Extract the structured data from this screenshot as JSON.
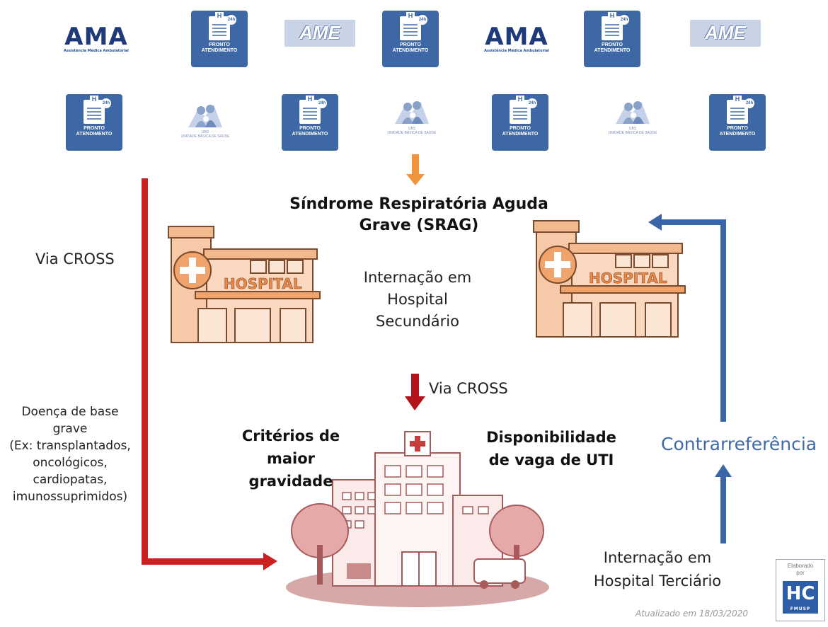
{
  "logos": {
    "ama_text": "AMA",
    "ama_sub": "Assistência Médica Ambulatorial",
    "ame_text": "AME",
    "pa_line1": "PRONTO",
    "pa_line2": "ATENDIMENTO",
    "pa_badge": "24h",
    "pa_h": "H",
    "ubs_line1": "UBS",
    "ubs_line2": "UNIDADE BÁSICA DE SAÚDE"
  },
  "hospital_sign": "HOSPITAL",
  "srag_title_line1": "Síndrome Respiratória Aguda",
  "srag_title_line2": "Grave (SRAG)",
  "secondary_line1": "Internação em",
  "secondary_line2": "Hospital",
  "secondary_line3": "Secundário",
  "via_cross_left": "Via CROSS",
  "via_cross_center": "Via CROSS",
  "doenca": [
    "Doença de base",
    "grave",
    "(Ex: transplantados,",
    "oncológicos,",
    "cardiopatas,",
    "imunossuprimidos)"
  ],
  "criterios": [
    "Critérios de",
    "maior gravidade"
  ],
  "disponibilidade": [
    "Disponibilidade",
    "de vaga de UTI"
  ],
  "contrarreferencia": "Contrarreferência",
  "terciario": [
    "Internação em",
    "Hospital Terciário"
  ],
  "atualizado": "Atualizado em 18/03/2020",
  "elaborado": [
    "Elaborado",
    "por"
  ],
  "hc_logo": "HC",
  "hc_sub": "FMUSP",
  "colors": {
    "red_arrow": "#cc1f1f",
    "orange_arrow": "#f0953c",
    "blue_arrow": "#3a66a8",
    "contrarreferencia": "#3f6aa6",
    "logo_blue": "#3d68a5"
  }
}
